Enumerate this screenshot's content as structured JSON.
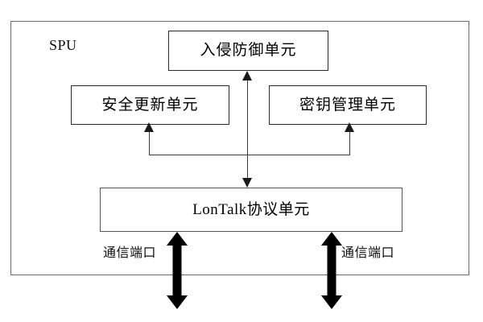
{
  "diagram": {
    "title": "SPU",
    "container": {
      "name": "SPU",
      "label": "SPU"
    },
    "units": [
      {
        "id": "intrusion-prevention-unit",
        "label": "入侵防御单元"
      },
      {
        "id": "security-update-unit",
        "label": "安全更新单元"
      },
      {
        "id": "key-management-unit",
        "label": "密钥管理单元"
      },
      {
        "id": "lontalk-protocol-unit",
        "label": "LonTalk协议单元"
      }
    ],
    "ports": [
      {
        "id": "communication-port-left",
        "label": "通信端口"
      },
      {
        "id": "communication-port-right",
        "label": "通信端口"
      }
    ],
    "connectors": [
      {
        "id": "lontalk-to-intrusion",
        "from": "lontalk-protocol-unit",
        "to": "intrusion-prevention-unit",
        "style": "double-headed-thin-vertical"
      },
      {
        "id": "bus-to-security-update",
        "from": "lontalk-protocol-unit",
        "to": "security-update-unit",
        "style": "thin-arrow-up"
      },
      {
        "id": "bus-to-key-management",
        "from": "lontalk-protocol-unit",
        "to": "key-management-unit",
        "style": "thin-arrow-up"
      },
      {
        "id": "port-left-link",
        "from": "lontalk-protocol-unit",
        "to": "communication-port-left",
        "style": "thick-double-arrow"
      },
      {
        "id": "port-right-link",
        "from": "lontalk-protocol-unit",
        "to": "communication-port-right",
        "style": "thick-double-arrow"
      }
    ],
    "colors": {
      "background": "#ffffff",
      "frame_border": "#6b6b6b",
      "box_border": "#2a2a2a",
      "connector": "#3a3a3a",
      "thick_arrow": "#000000",
      "text": "#000000"
    }
  }
}
